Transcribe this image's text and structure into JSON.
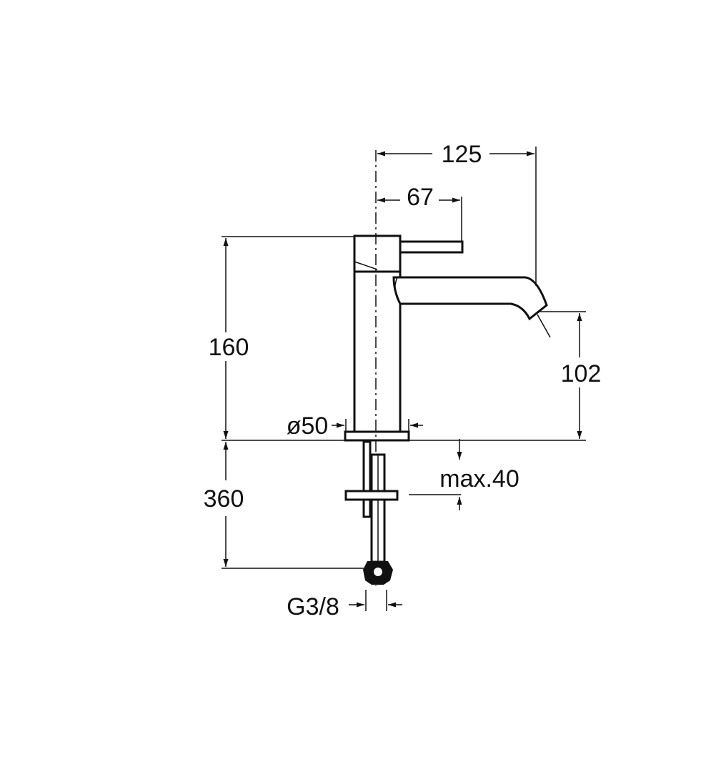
{
  "dimensions": {
    "total_reach": "125",
    "handle_reach": "67",
    "height": "160",
    "spout_height": "102",
    "base_diameter": "ø50",
    "tail_length": "360",
    "deck_thickness": "max.40",
    "connection": "G3/8"
  },
  "colors": {
    "line": "#111111",
    "background": "#ffffff"
  }
}
